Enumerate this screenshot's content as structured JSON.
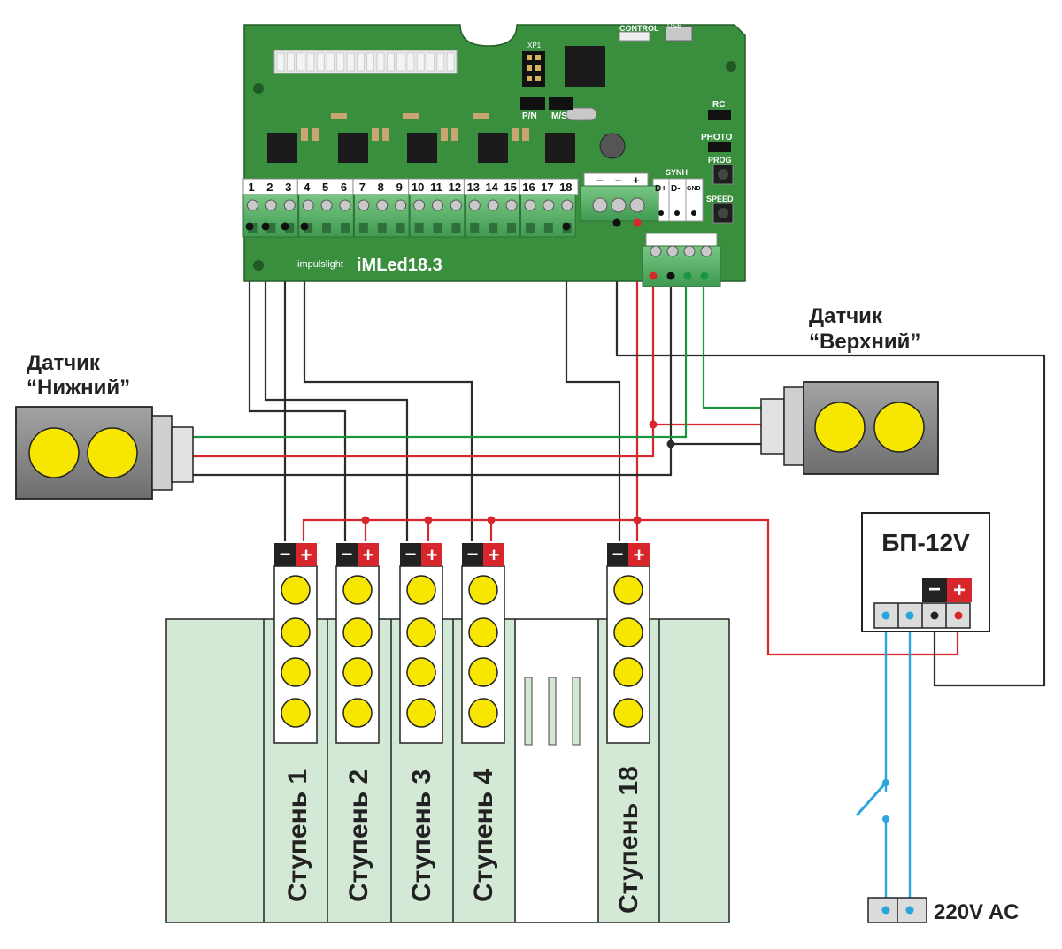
{
  "board": {
    "brand": "impulslight",
    "model": "iMLed18.3",
    "terminals": [
      "1",
      "2",
      "3",
      "4",
      "5",
      "6",
      "7",
      "8",
      "9",
      "10",
      "11",
      "12",
      "13",
      "14",
      "15",
      "16",
      "17",
      "18"
    ],
    "labels": {
      "control": "CONTROL",
      "usb": "USB",
      "xp1": "XP1",
      "pn": "P/N",
      "ms": "M/S",
      "rc": "RC",
      "photo": "PHOTO",
      "prog": "PROG",
      "speed": "SPEED",
      "synh": "SYNH",
      "dplus": "D+",
      "dminus": "D-",
      "gnd": "GND",
      "pwr_minus1": "−",
      "pwr_minus2": "−",
      "pwr_plus": "+"
    }
  },
  "sensors": {
    "lower": {
      "line1": "Датчик",
      "line2": "“Нижний”"
    },
    "upper": {
      "line1": "Датчик",
      "line2": "“Верхний”"
    }
  },
  "psu": {
    "title": "БП-12V",
    "minus": "−",
    "plus": "+"
  },
  "mains": {
    "label": "220V AC"
  },
  "steps": [
    {
      "label": "Ступень 1"
    },
    {
      "label": "Ступень 2"
    },
    {
      "label": "Ступень 3"
    },
    {
      "label": "Ступень 4"
    },
    {
      "label": "Ступень 18"
    }
  ],
  "strip_polarity": {
    "minus": "−",
    "plus": "+"
  },
  "colors": {
    "pcb": "#3a8f3e",
    "wire_black": "#2b2b2b",
    "wire_red": "#d7262c",
    "wire_green": "#1a9640",
    "wire_blue": "#2aa6dc",
    "step_fill": "#d4e8d6",
    "led": "#f7e600",
    "terminal": "#5bb06a"
  }
}
